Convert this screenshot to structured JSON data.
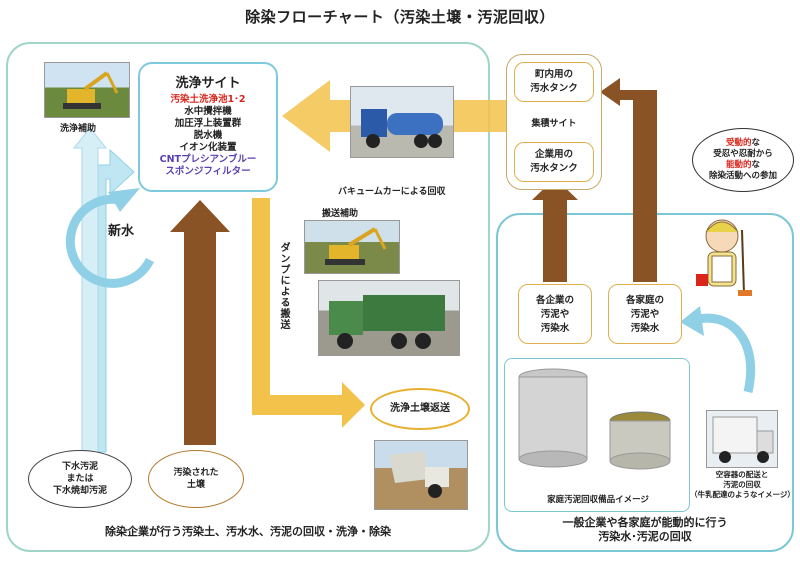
{
  "title": "除染フローチャート（汚染土壌・汚泥回収）",
  "wash_site": {
    "heading": "洗浄サイト",
    "lines": [
      "汚染土洗浄池1･2",
      "水中攪拌機",
      "加圧浮上装置群",
      "脱水機",
      "イオン化装置",
      "CNTプレシアンブルー",
      "スポンジフィルター"
    ]
  },
  "collection_site": {
    "label": "集積サイト",
    "town_tank": [
      "町内用の",
      "汚水タンク"
    ],
    "company_tank": [
      "企業用の",
      "汚水タンク"
    ]
  },
  "labels": {
    "washing_aid": "洗浄補助",
    "new_water": "新水",
    "vacuum_car": "バキュームカーによる回収",
    "transport_aid": "搬送補助",
    "dump_transport": "ダンプによる搬送",
    "soil_return": "洗浄土壌返送",
    "left_footer": "除染企業が行う汚染土、汚水水、汚泥の回収・洗浄・除染",
    "right_footer_1": "一般企業や各家庭が能動的に行う",
    "right_footer_2": "汚染水･汚泥の回収",
    "container_caption": "家庭汚泥回収備品イメージ",
    "delivery_caption_1": "空容器の配送と",
    "delivery_caption_2": "汚泥の回収",
    "delivery_caption_3": "（牛乳配達のようなイメージ）"
  },
  "sources": {
    "sewage_1": "下水汚泥",
    "sewage_2": "または",
    "sewage_3": "下水焼却汚泥",
    "soil_1": "汚染された",
    "soil_2": "土壌",
    "company_1": "各企業の",
    "company_2": "汚泥や",
    "company_3": "汚染水",
    "home_1": "各家庭の",
    "home_2": "汚泥や",
    "home_3": "汚染水"
  },
  "bubble": {
    "l1a": "受動的",
    "l1b": "な",
    "l2": "受忍や忍耐から",
    "l3a": "能動的",
    "l3b": "な",
    "l4": "除染活動への参加"
  },
  "colors": {
    "arrow_yellow": "#f2c24a",
    "arrow_brown": "#8a5326",
    "arrow_blue": "#8fd0e6",
    "panel_green": "#9fd6c8",
    "panel_blue": "#7cc7d6",
    "accent_red": "#d8261c",
    "accent_purple": "#5a3fb2"
  }
}
